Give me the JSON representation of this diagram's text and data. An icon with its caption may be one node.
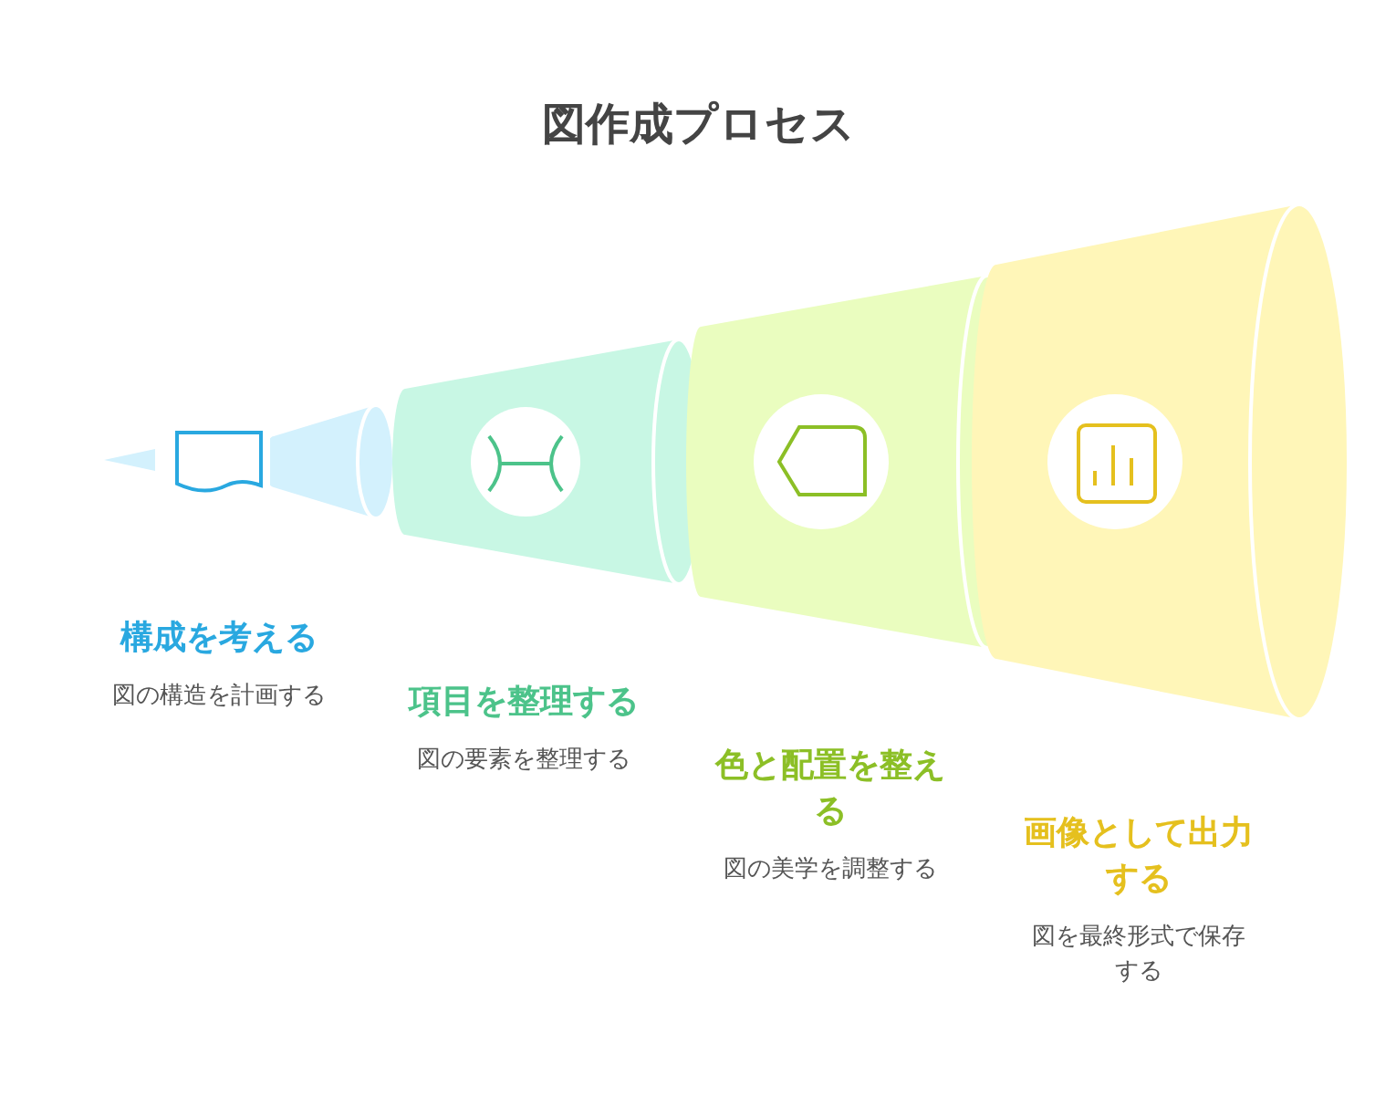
{
  "diagram": {
    "title": "図作成プロセス",
    "nodes": [
      {
        "text": [
          "構成を考える",
          "図の構造を計画する"
        ]
      },
      {
        "text": [
          "項目を整理する",
          "図の要素を整理する"
        ]
      },
      {
        "text": [
          "色と配置を整える",
          "図の美学を調整する"
        ]
      },
      {
        "text": [
          "画像として出力する",
          "図を最終形式で保存する"
        ]
      }
    ]
  }
}
